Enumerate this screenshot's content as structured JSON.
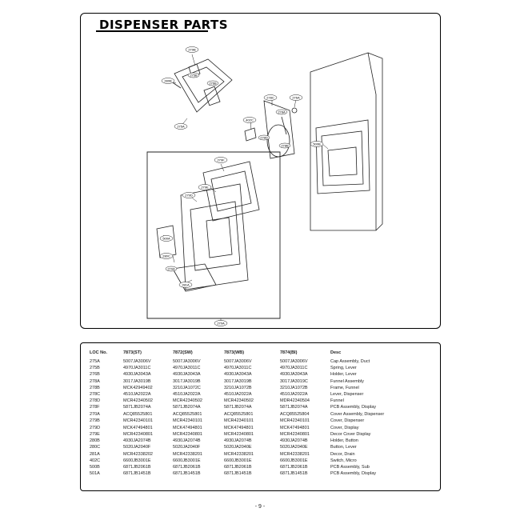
{
  "page": {
    "title": "DISPENSER PARTS",
    "page_number": "- 9 -"
  },
  "diagram": {
    "callouts": {
      "c275a": "275A",
      "c275b": "275B",
      "c280b": "280B",
      "c280c": "280C",
      "c278c": "278C",
      "c276a": "276A",
      "c270a": "270A",
      "c500b": "500B",
      "c276b": "276B",
      "c278a": "278A",
      "c278d": "278D",
      "c279b": "279B",
      "c279d": "279D",
      "c281a": "281A",
      "c279e": "279E",
      "c279f": "279F",
      "c500a": "500A",
      "c278b": "278B",
      "c402c": "402C",
      "c279a": "279A"
    }
  },
  "parts_table": {
    "headers": [
      "LOC No.",
      "7873(ST)",
      "7872(SW)",
      "7873(WB)",
      "7874(BI)",
      "Desc"
    ],
    "rows": [
      [
        "275A",
        "5007JA3006V",
        "5007JA3006V",
        "5007JA3006V",
        "5007JA3006V",
        "Cap Assembly, Duct"
      ],
      [
        "275B",
        "4970JA3011C",
        "4970JA3011C",
        "4970JA3011C",
        "4970JA3011C",
        "Spring, Lever"
      ],
      [
        "276B",
        "4930JA3043A",
        "4930JA3043A",
        "4930JA3043A",
        "4930JA3043A",
        "Holder, Lever"
      ],
      [
        "278A",
        "3017JA3019B",
        "3017JA3019B",
        "3017JA3019B",
        "3017JA3019C",
        "Funnel Assembly"
      ],
      [
        "278B",
        "MCK42949402",
        "3210JA1072C",
        "3210JA1072B",
        "3210JA1072B",
        "Frame, Funnel"
      ],
      [
        "278C",
        "4510JA2022A",
        "4510JA2022A",
        "4510JA2022A",
        "4510JA2022A",
        "Lever, Dispenser"
      ],
      [
        "278D",
        "MCR42340502",
        "MCR42340502",
        "MCR42340502",
        "MDR42340504",
        "Funnel"
      ],
      [
        "278F",
        "5871JB2074A",
        "5871JB2074A",
        "5871JB2074A",
        "5871JB2074A",
        "PCB Assembly, Display"
      ],
      [
        "270A",
        "ACQ85525801",
        "ACQ85525801",
        "ACQ85525801",
        "ACQ85525804",
        "Cover Assembly, Dispenser"
      ],
      [
        "279B",
        "MCR42340101",
        "MCR42340101",
        "MCR42340101",
        "MCR42340101",
        "Cover, Dispenser"
      ],
      [
        "279D",
        "MCK47494801",
        "MCK47494801",
        "MCK47494801",
        "MCK47494801",
        "Cover, Display"
      ],
      [
        "279E",
        "MCR42340801",
        "MCR42340801",
        "MCR42340801",
        "MCR42340801",
        "Decor Cover Display"
      ],
      [
        "280B",
        "4930JA2074B",
        "4930JA2074B",
        "4930JA2074B",
        "4930JA2074B",
        "Holder, Button"
      ],
      [
        "280C",
        "5020JA2040F",
        "5020JA2040F",
        "5020JA2040E",
        "5020JA2040E",
        "Button, Lever"
      ],
      [
        "281A",
        "MCR42338202",
        "MCR42338201",
        "MCR42338201",
        "MCR42338201",
        "Decor, Drain"
      ],
      [
        "402C",
        "6600JB3001E",
        "6600JB3001E",
        "6600JB3001E",
        "6600JB3001E",
        "Switch, Micro"
      ],
      [
        "500B",
        "6871JB2061B",
        "6871JB2061B",
        "6871JB2061B",
        "6871JB2061B",
        "PCB Assembly, Sub"
      ],
      [
        "501A",
        "6871JB1451B",
        "6871JB1451B",
        "6871JB1451B",
        "6871JB1451B",
        "PCB Assembly, Display"
      ]
    ]
  }
}
